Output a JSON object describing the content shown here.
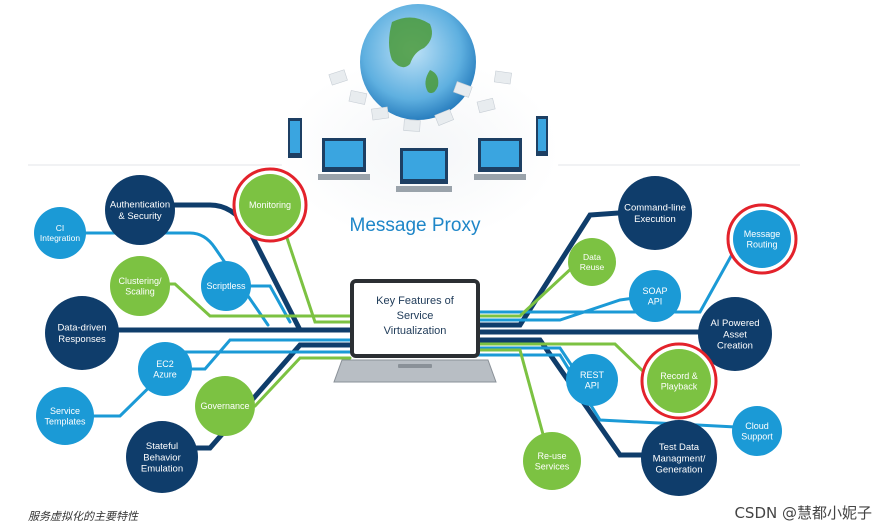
{
  "colors": {
    "dark_navy": "#0f3d6b",
    "light_blue": "#1b9ad6",
    "lime_green": "#7cc242",
    "highlight_red": "#e3222b"
  },
  "header": {
    "proxy_label": "Message Proxy"
  },
  "center": {
    "title_lines": [
      "Key Features of",
      "Service",
      "Virtualization"
    ]
  },
  "nodes": [
    {
      "id": "authentication",
      "lines": [
        "Authentication",
        "& Security"
      ],
      "color": "dark"
    },
    {
      "id": "ci-integration",
      "lines": [
        "CI",
        "Integration"
      ],
      "color": "light"
    },
    {
      "id": "monitoring",
      "lines": [
        "Monitoring"
      ],
      "color": "green",
      "highlighted": true
    },
    {
      "id": "clustering",
      "lines": [
        "Clustering/",
        "Scaling"
      ],
      "color": "green"
    },
    {
      "id": "scriptless",
      "lines": [
        "Scriptless"
      ],
      "color": "light"
    },
    {
      "id": "data-driven",
      "lines": [
        "Data-driven",
        "Responses"
      ],
      "color": "dark"
    },
    {
      "id": "ec2-azure",
      "lines": [
        "EC2",
        "Azure"
      ],
      "color": "light"
    },
    {
      "id": "governance",
      "lines": [
        "Governance"
      ],
      "color": "green"
    },
    {
      "id": "service-templates",
      "lines": [
        "Service",
        "Templates"
      ],
      "color": "light"
    },
    {
      "id": "stateful",
      "lines": [
        "Stateful",
        "Behavior",
        "Emulation"
      ],
      "color": "dark"
    },
    {
      "id": "command-line",
      "lines": [
        "Command-line",
        "Execution"
      ],
      "color": "dark"
    },
    {
      "id": "message-routing",
      "lines": [
        "Message",
        "Routing"
      ],
      "color": "light",
      "highlighted": true
    },
    {
      "id": "data-reuse",
      "lines": [
        "Data",
        "Reuse"
      ],
      "color": "green"
    },
    {
      "id": "soap-api",
      "lines": [
        "SOAP",
        "API"
      ],
      "color": "light"
    },
    {
      "id": "ai-powered",
      "lines": [
        "AI Powered",
        "Asset",
        "Creation"
      ],
      "color": "dark"
    },
    {
      "id": "rest-api",
      "lines": [
        "REST",
        "API"
      ],
      "color": "light"
    },
    {
      "id": "record-playback",
      "lines": [
        "Record &",
        "Playback"
      ],
      "color": "green",
      "highlighted": true
    },
    {
      "id": "cloud-support",
      "lines": [
        "Cloud",
        "Support"
      ],
      "color": "light"
    },
    {
      "id": "test-data",
      "lines": [
        "Test Data",
        "Managment/",
        "Generation"
      ],
      "color": "dark"
    },
    {
      "id": "reuse-services",
      "lines": [
        "Re-use",
        "Services"
      ],
      "color": "green"
    }
  ],
  "footer": {
    "caption": "服务虚拟化的主要特性",
    "watermark": "CSDN @慧都小妮子"
  }
}
